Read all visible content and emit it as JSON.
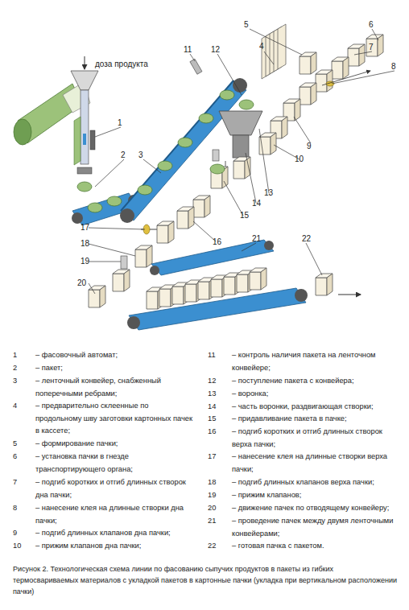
{
  "diagram": {
    "caption": "Рисунок 2. Технологическая схема линии по фасованию сыпучих продуктов в пакеты из гибких термосвариваемых материалов с укладкой пакетов в картонные пачки (укладка при вертикальном расположении пачки)",
    "labels": [
      "доза продукта",
      "1",
      "2",
      "3",
      "4",
      "5",
      "6",
      "7",
      "8",
      "9",
      "10",
      "11",
      "12",
      "13",
      "14",
      "15",
      "16",
      "17",
      "18",
      "19",
      "20",
      "21",
      "22",
      "1",
      "– фасовочный автомат;",
      "2",
      "– пакет;",
      "3",
      "– ленточный конвейер, снабженный поперечными ребрами;",
      "4",
      "– предварительно склеенные по продольному шву заготовки картонных пачек в кассете;",
      "5",
      "– формирование пачки;",
      "6",
      "– установка пачки в гнезде транспортирующего органа;",
      "7",
      "– подгиб коротких и отгиб длинных створок дна пачки;",
      "8",
      "– нанесение клея на длинные створки дна пачки;",
      "9",
      "– подгиб длинных клапанов дна пачки;",
      "10",
      "– прижим клапанов дна пачки;",
      "11",
      "– контроль наличия пакета на ленточном конвейере;",
      "12",
      "– поступление пакета с конвейера;",
      "13",
      "– воронка;",
      "14",
      "– часть воронки, раздвигающая створки;",
      "15",
      "– придавливание пакета в пачке;",
      "16",
      "– подгиб коротких и отгиб длинных створок верха пачки;",
      "17",
      "– нанесение клея на длинные створки верха пачки;",
      "18",
      "– подгиб длинных клапанов верха пачки;",
      "19",
      "– прижим клапанов;",
      "20",
      "– движение пачек по отводящему конвейеру;",
      "21",
      "– проведение пачек между двумя ленточными конвейерами;",
      "22",
      "– готовая пачка с пакетом."
    ]
  }
}
